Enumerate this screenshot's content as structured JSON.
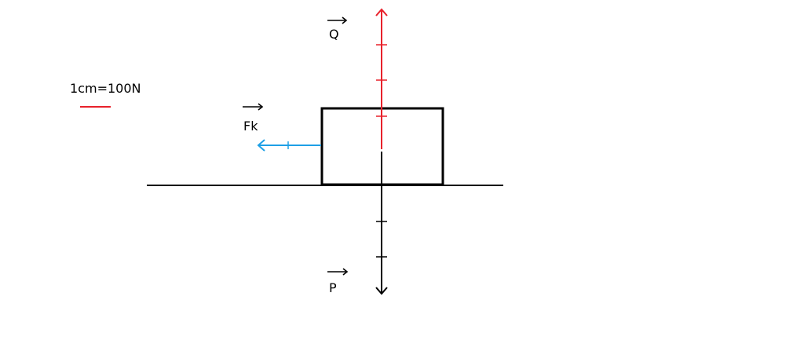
{
  "scale": {
    "text": "1cm=100N",
    "color": "#e8212b"
  },
  "vectors": [
    {
      "label": "Q",
      "color": "#e8212b",
      "direction": "up"
    },
    {
      "label": "Fk",
      "color": "#1ea0e6",
      "direction": "left"
    },
    {
      "label": "P",
      "color": "#000000",
      "direction": "down"
    }
  ],
  "colors": {
    "outline": "#000000",
    "background": "#ffffff"
  }
}
